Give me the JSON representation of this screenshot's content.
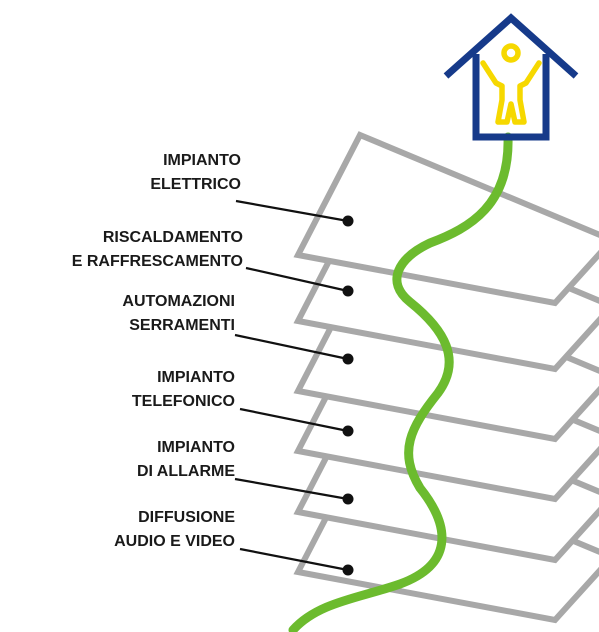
{
  "colors": {
    "house": "#163a8a",
    "figure": "#f6d800",
    "cable": "#6cbb2e",
    "layer": "#a8a8a8",
    "text": "#1a1a1a",
    "dot": "#111111"
  },
  "icons": {
    "house": "house-outline-icon",
    "figure": "person-arms-raised-icon"
  },
  "layers": [
    {
      "id": "impianto-elettrico",
      "lines": [
        "IMPIANTO",
        "ELETTRICO"
      ]
    },
    {
      "id": "riscaldamento",
      "lines": [
        "RISCALDAMENTO",
        "E RAFFRESCAMENTO"
      ]
    },
    {
      "id": "automazioni",
      "lines": [
        "AUTOMAZIONI",
        "SERRAMENTI"
      ]
    },
    {
      "id": "impianto-telefonico",
      "lines": [
        "IMPIANTO",
        "TELEFONICO"
      ]
    },
    {
      "id": "impianto-allarme",
      "lines": [
        "IMPIANTO",
        "DI ALLARME"
      ]
    },
    {
      "id": "diffusione",
      "lines": [
        "DIFFUSIONE",
        "AUDIO E VIDEO"
      ]
    }
  ]
}
